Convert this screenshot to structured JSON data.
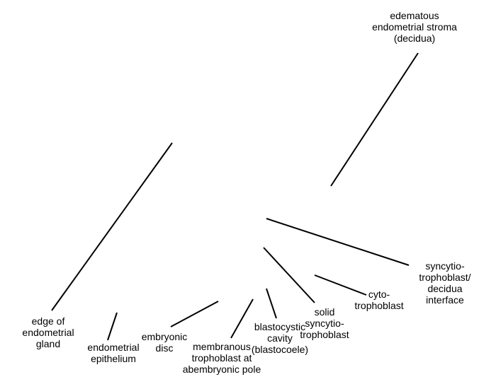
{
  "labels": {
    "edematous_stroma": [
      "edematous",
      "endometrial stroma",
      "(decidua)"
    ],
    "edge_of_gland": [
      "edge of",
      "endometrial",
      "gland"
    ],
    "endometrial_epithelium": [
      "endometrial",
      "epithelium"
    ],
    "embryonic_disc": [
      "embryonic",
      "disc"
    ],
    "membranous_trophoblast": [
      "membranous",
      "trophoblast at",
      "abembryonic pole"
    ],
    "blastocystic_cavity": [
      "blastocystic",
      "cavity",
      "(blastocoele)"
    ],
    "solid_syncytiotrophoblast": [
      "solid",
      "syncytio-",
      "trophoblast"
    ],
    "cytotrophoblast": [
      "cyto-",
      "trophoblast"
    ],
    "syncytiotrophoblast_interface": [
      "syncytio-",
      "trophoblast/",
      "decidua",
      "interface"
    ]
  },
  "colors": {
    "background": "#ffffff",
    "line": "#000000",
    "text": "#000000"
  }
}
